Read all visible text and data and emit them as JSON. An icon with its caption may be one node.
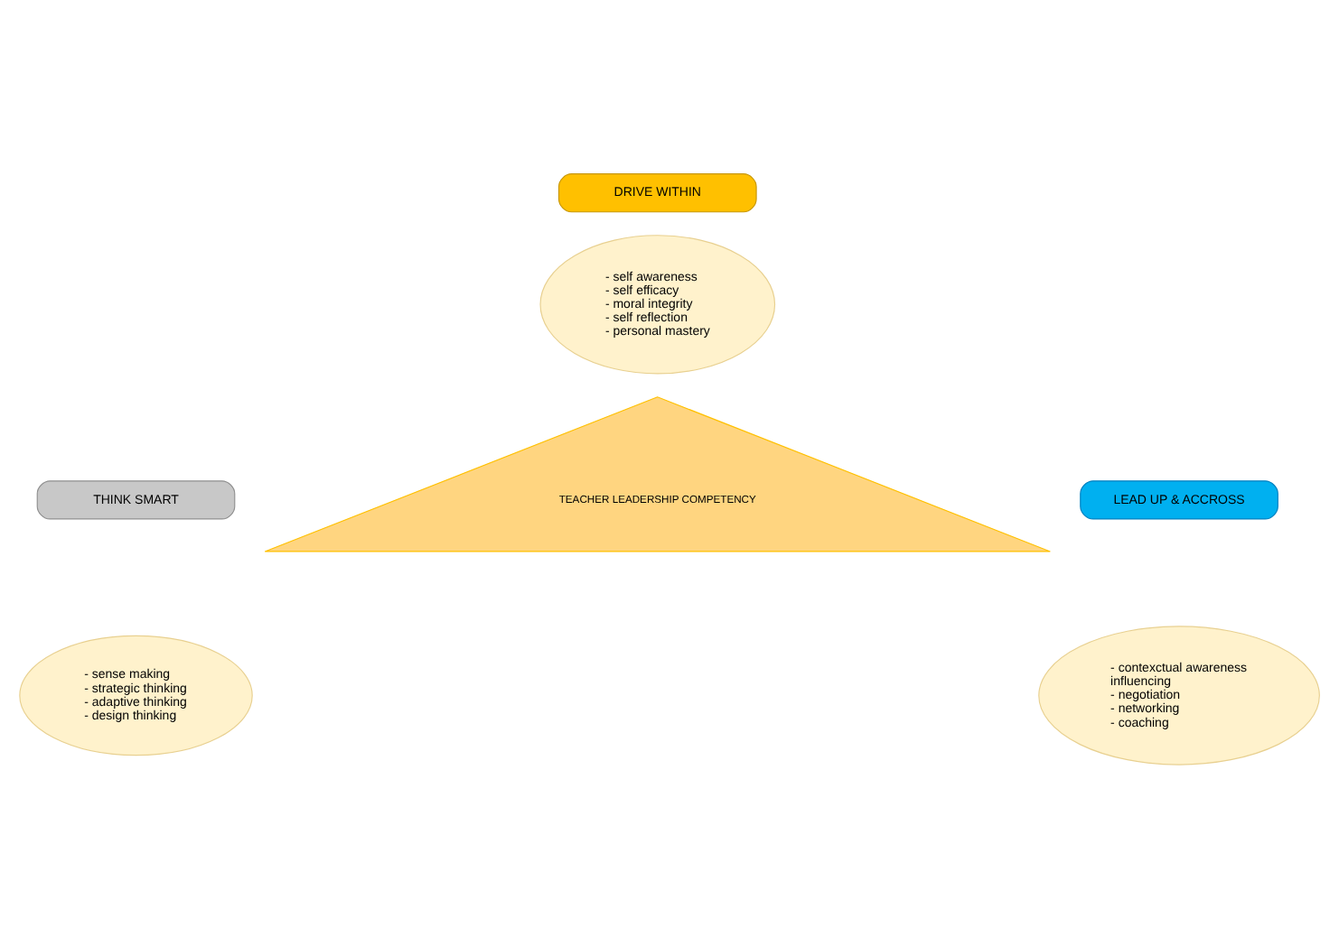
{
  "diagram": {
    "nodes": [
      {
        "text": [
          "DRIVE WITHIN"
        ]
      },
      {
        "text": [
          "- self awareness",
          "- self efficacy",
          "- moral integrity",
          "- self reflection",
          "- personal mastery"
        ]
      },
      {
        "text": [
          "THINK SMART"
        ]
      },
      {
        "text": [
          "TEACHER LEADERSHIP COMPETENCY"
        ]
      },
      {
        "text": [
          "LEAD UP & ACCROSS"
        ]
      },
      {
        "text": [
          "- sense making",
          "- strategic thinking",
          "- adaptive thinking",
          "- design thinking"
        ]
      },
      {
        "text": [
          "- contexctual awareness",
          "influencing",
          "- negotiation",
          "- networking",
          "- coaching"
        ]
      }
    ],
    "edges": []
  }
}
